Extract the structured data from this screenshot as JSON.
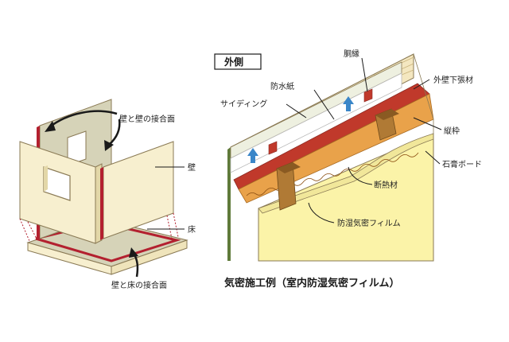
{
  "left": {
    "labels": {
      "wall_wall_joint": "壁と壁の接合面",
      "wall": "壁",
      "floor": "床",
      "wall_floor_joint": "壁と床の接合面"
    }
  },
  "right": {
    "title_box": "外側",
    "labels": {
      "furring": "胴縁",
      "sheathing": "外壁下張材",
      "waterproof_paper": "防水紙",
      "siding": "サイディング",
      "stud": "縦枠",
      "gypsum_board": "石膏ボード",
      "insulation": "断熱材",
      "vapor_film": "防湿気密フィルム"
    },
    "caption": "気密施工例（室内防湿気密フィルム）"
  },
  "colors": {
    "panel_beige": "#f7efcf",
    "panel_edge": "#8a7a55",
    "board_gray": "#d6d3b8",
    "seal_red": "#b3202f",
    "siding_green": "#5f7a3a",
    "gypsum_yellow": "#fbf3a8",
    "insulation_orange": "#e9a24a",
    "stud_brown": "#b07a35",
    "arrow_blue": "#3a86c8"
  }
}
